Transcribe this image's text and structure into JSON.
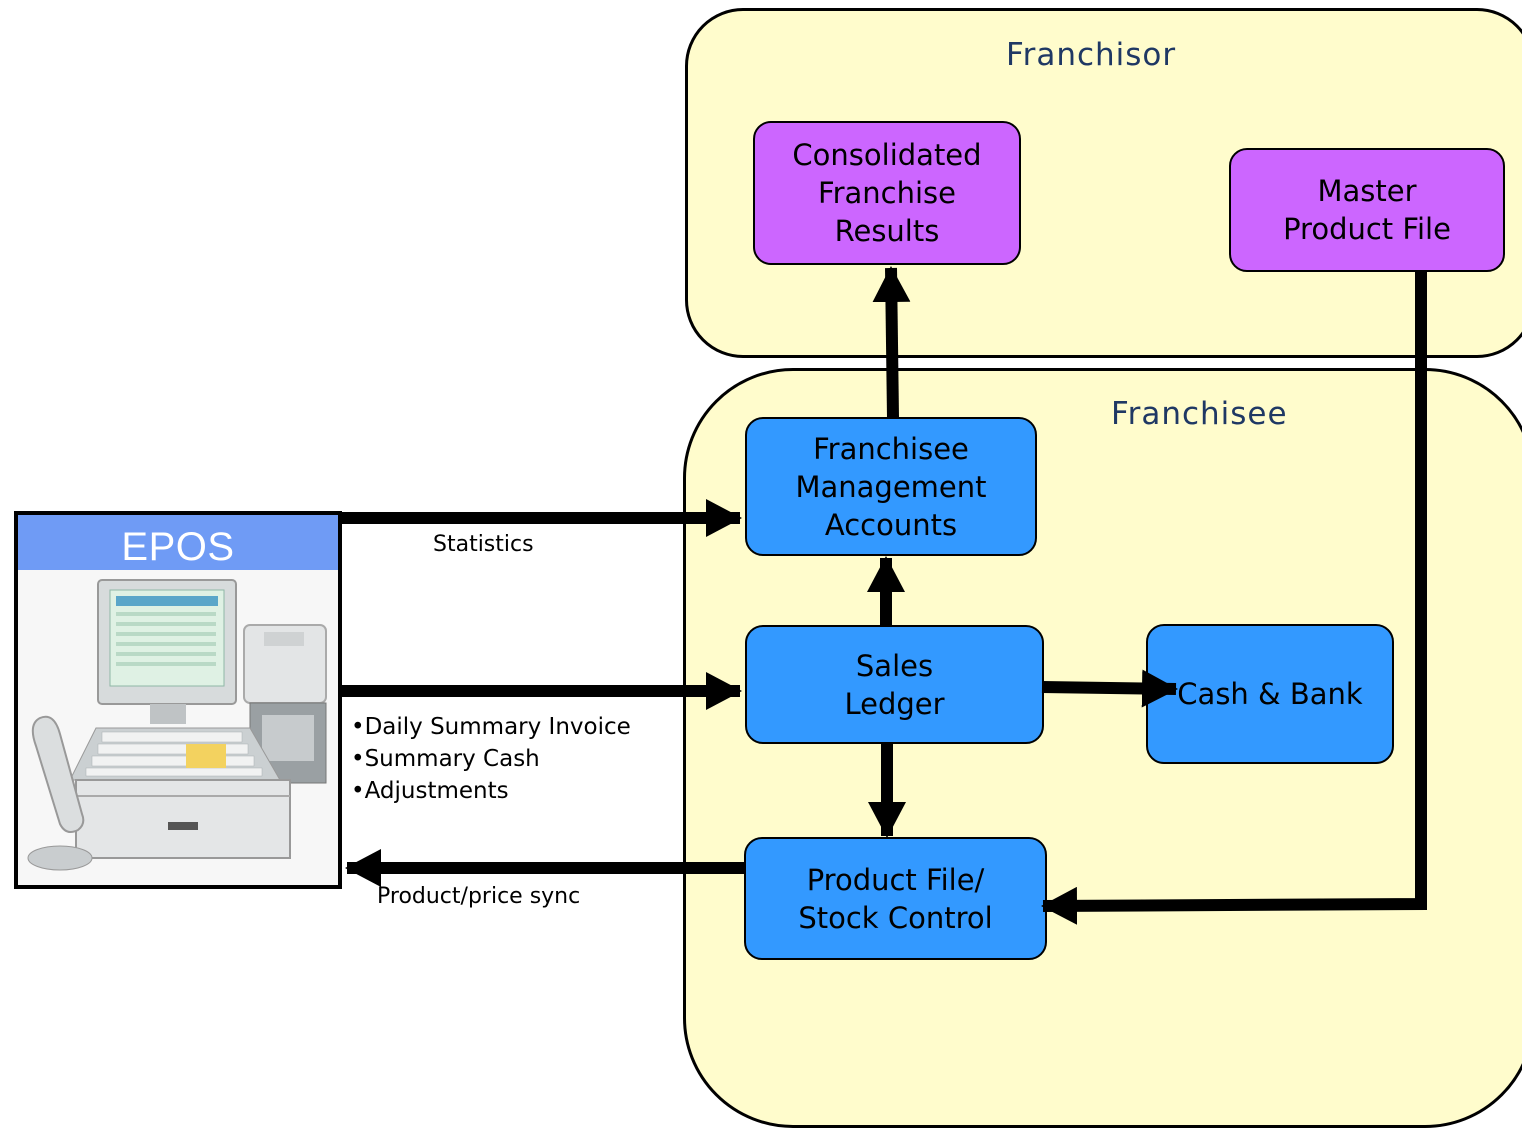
{
  "franchisor": {
    "title": "Franchisor",
    "consolidated": "Consolidated\nFranchise\nResults",
    "master_product_file": "Master\nProduct File"
  },
  "franchisee": {
    "title": "Franchisee",
    "management_accounts": "Franchisee\nManagement\nAccounts",
    "sales_ledger": "Sales\nLedger",
    "cash_bank": "Cash & Bank",
    "product_file": "Product File/\nStock Control"
  },
  "epos": {
    "title": "EPOS",
    "image": "epos-terminal-icon"
  },
  "flows": {
    "statistics": "Statistics",
    "sales_items": [
      "Daily Summary Invoice",
      "Summary Cash",
      "Adjustments"
    ],
    "product_sync": "Product/price sync"
  },
  "colors": {
    "region_fill": "#fffccc",
    "process_purple": "#cc66ff",
    "process_blue": "#3399ff",
    "epos_header": "#6f9bf5",
    "region_title": "#1f3864"
  }
}
